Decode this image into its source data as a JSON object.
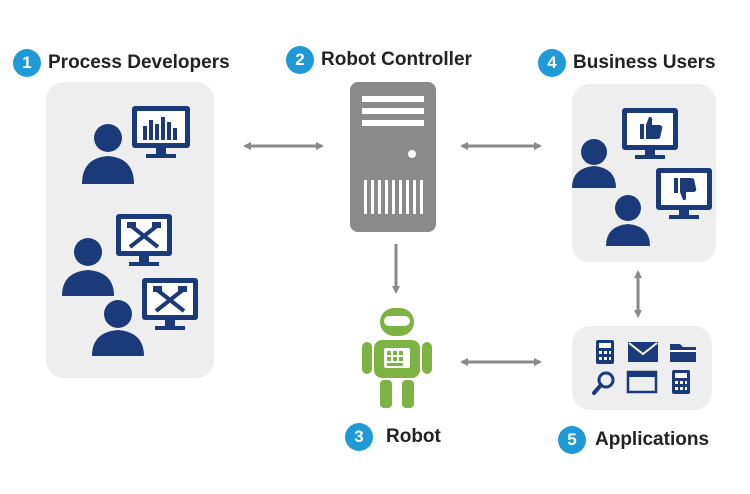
{
  "nodes": [
    {
      "number": "1",
      "label": "Process Developers"
    },
    {
      "number": "2",
      "label": "Robot Controller"
    },
    {
      "number": "3",
      "label": "Robot"
    },
    {
      "number": "4",
      "label": "Business Users"
    },
    {
      "number": "5",
      "label": "Applications"
    }
  ],
  "colors": {
    "badge": "#1f9ad6",
    "person": "#1a3a7a",
    "server": "#8a8a8a",
    "robot": "#7cb342",
    "arrow": "#8a8a8a",
    "panel": "#eeeeee"
  },
  "icons": {
    "process_developers": [
      "person-icon",
      "monitor-equalizer-icon",
      "person-icon",
      "monitor-tools-icon",
      "person-icon",
      "monitor-tools-icon"
    ],
    "robot_controller": [
      "server-icon"
    ],
    "robot": [
      "robot-icon"
    ],
    "business_users": [
      "person-icon",
      "monitor-thumbs-up-icon",
      "person-icon",
      "monitor-thumbs-down-icon"
    ],
    "applications": [
      "calculator-icon",
      "envelope-icon",
      "folder-icon",
      "search-icon",
      "window-icon",
      "calculator-icon"
    ]
  }
}
